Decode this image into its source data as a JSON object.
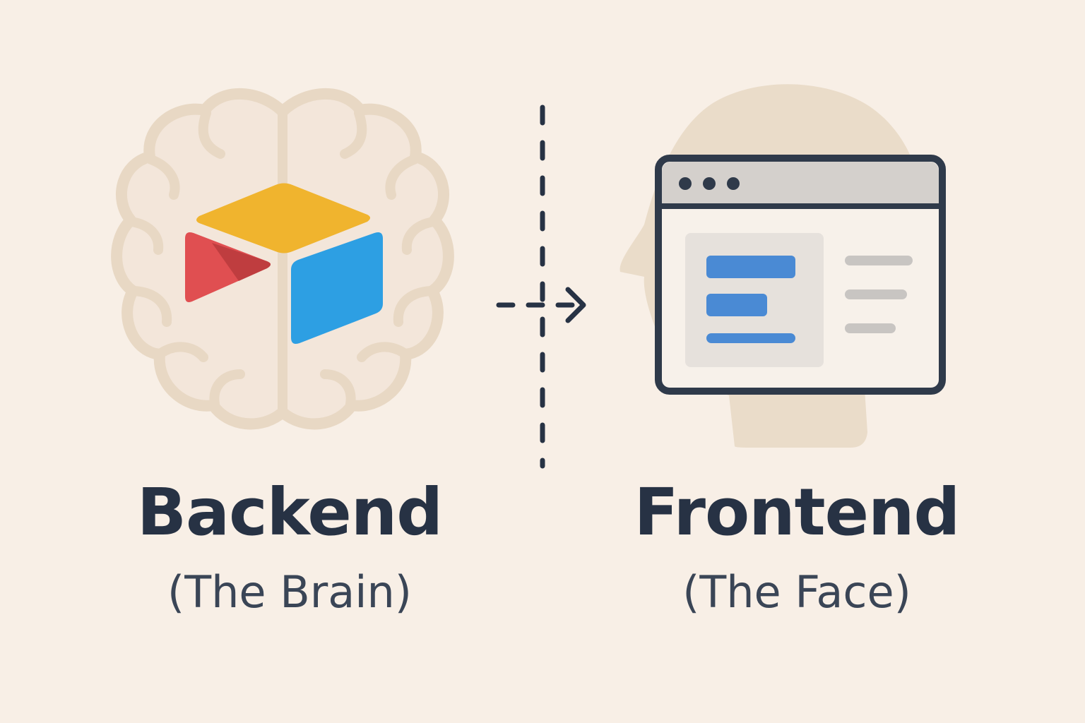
{
  "colors": {
    "background": "#f8efe6",
    "ink": "#273244",
    "brain_outline": "#e8d8c4",
    "brain_fill": "#f3e6da",
    "head_silhouette": "#eadcc9",
    "logo_yellow": "#f0b42e",
    "logo_red": "#e04f51",
    "logo_red_shade": "#b83a3c",
    "logo_blue": "#2d9fe3",
    "ui_blue": "#4a8ad4",
    "ui_gray": "#c8c5c2",
    "ui_panel": "#e6e1dc"
  },
  "icons": {
    "backend": "brain-icon",
    "backend_logo": "airtable-logo-icon",
    "frontend": "head-silhouette-icon",
    "frontend_ui": "browser-window-icon",
    "connector": "dashed-arrow-icon"
  },
  "backend": {
    "title": "Backend",
    "subtitle": "(The Brain)"
  },
  "frontend": {
    "title": "Frontend",
    "subtitle": "(The Face)"
  }
}
